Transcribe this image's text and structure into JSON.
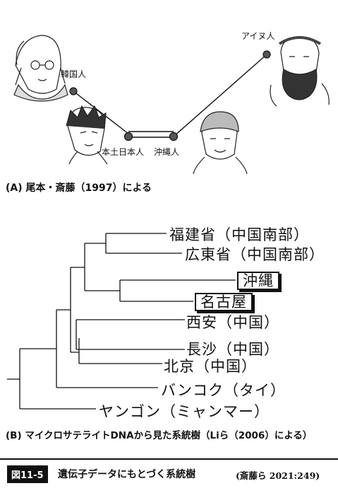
{
  "panel_a": {
    "caption": "(A) 尾本・斎藤（1997）による",
    "labels": {
      "korean": "韓国人",
      "ainu": "アイヌ人",
      "mainland": "本土日本人",
      "okinawa": "沖縄人"
    }
  },
  "panel_b": {
    "caption": "(B) マイクロサテライトDNAから見た系統樹（Liら（2006）による）",
    "leaves": [
      "福建省（中国南部）",
      "広東省（中国南部）",
      "沖縄",
      "名古屋",
      "西安（中国）",
      "長沙（中国）",
      "北京（中国）",
      "バンコク（タイ）",
      "ヤンゴン（ミャンマー）"
    ]
  },
  "footer": {
    "figure_label": "図11-5",
    "figure_title": "遺伝子データにもとづく系統樹",
    "citation": "(斎藤ら 2021:249)"
  }
}
